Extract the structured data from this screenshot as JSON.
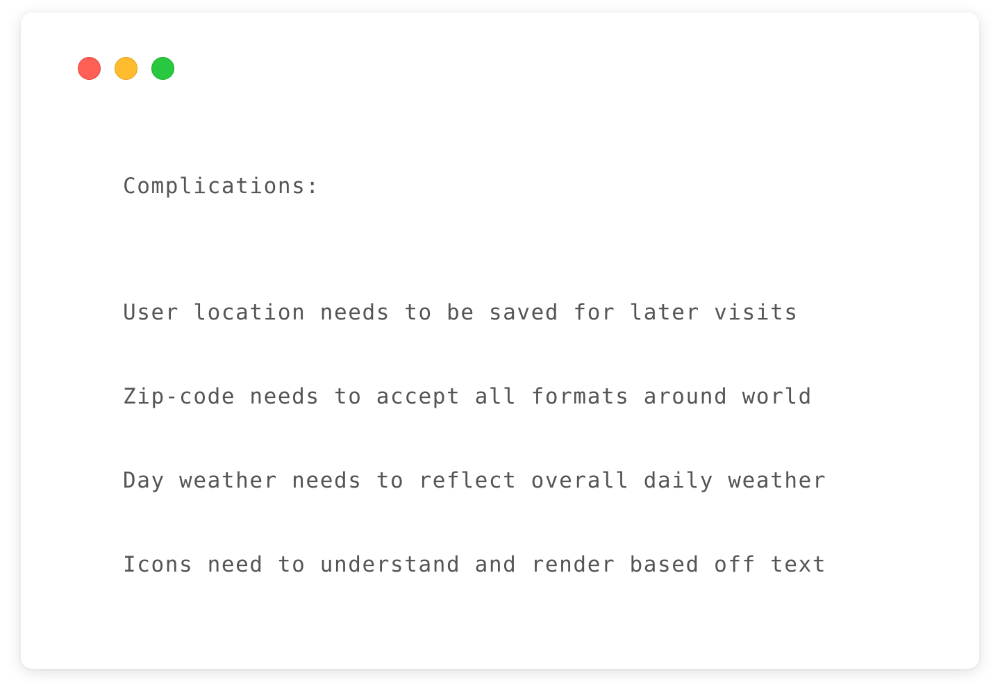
{
  "window": {
    "controls": {
      "close_color": "#fe5f57",
      "minimize_color": "#febc2e",
      "maximize_color": "#28c840"
    }
  },
  "content": {
    "heading": "Complications:",
    "lines": [
      "User location needs to be saved for later visits",
      "Zip-code needs to accept all formats around world",
      "Day weather needs to reflect overall daily weather",
      "Icons need to understand and render based off text"
    ]
  }
}
